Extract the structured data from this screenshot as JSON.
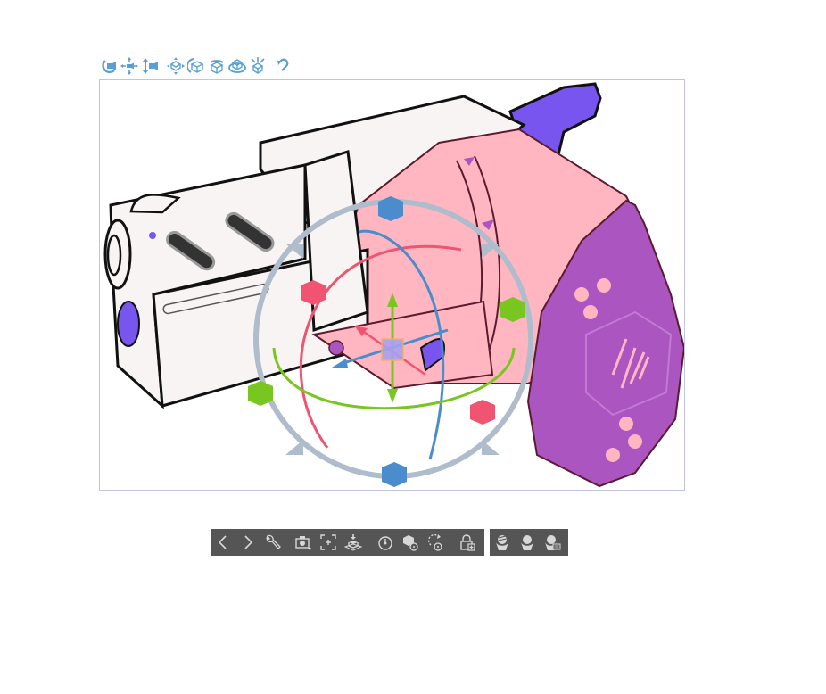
{
  "top_toolbar": {
    "items": [
      {
        "id": "rotate-camera",
        "label": "Rotate camera"
      },
      {
        "id": "pan-camera",
        "label": "Pan camera"
      },
      {
        "id": "dolly-camera",
        "label": "Move camera forward/back"
      },
      {
        "id": "move-object-plane",
        "label": "Move on plane"
      },
      {
        "id": "rotate-object",
        "label": "Rotate object"
      },
      {
        "id": "rotate-object-y",
        "label": "Rotate around axis"
      },
      {
        "id": "rotate-object-plane",
        "label": "Rotate on plane"
      },
      {
        "id": "move-object-3d",
        "label": "Move in 3D"
      },
      {
        "id": "undo-camera",
        "label": "Reset/Undo"
      }
    ],
    "icon_color": "#5a9fd4"
  },
  "canvas": {
    "border_color": "#c4c3e3",
    "model": "revolver 3D model",
    "colors": {
      "body": "#f8f4f3",
      "cylinder": "#ffb6c1",
      "grip": "#aa55c0",
      "hammer": "#7755ee",
      "outline": "#111111",
      "grip_outline": "#5c1a2e"
    },
    "gizmo": {
      "ring_color": "#aebccb",
      "x_color": "#f05470",
      "y_color": "#7ac621",
      "z_color": "#4a8ccc",
      "center_color": "#a9a0f0"
    }
  },
  "bottom_toolbar": {
    "background": "#555555",
    "main_items": [
      {
        "id": "prev",
        "label": "Previous"
      },
      {
        "id": "next",
        "label": "Next"
      },
      {
        "id": "settings",
        "label": "Object settings"
      },
      {
        "id": "camera-angle",
        "label": "Camera angle"
      },
      {
        "id": "fit-to-object",
        "label": "Focus on object"
      },
      {
        "id": "ground-object",
        "label": "Place on ground"
      },
      {
        "id": "reset-rotation",
        "label": "Reset rotation"
      },
      {
        "id": "reset-position",
        "label": "Reset object"
      },
      {
        "id": "reset-all",
        "label": "Reset all"
      },
      {
        "id": "lock-movement",
        "label": "Lock movement"
      }
    ],
    "side_items": [
      {
        "id": "pose-material",
        "label": "Material"
      },
      {
        "id": "pose-register",
        "label": "Register"
      },
      {
        "id": "pose-settings",
        "label": "Object list"
      }
    ],
    "icon_color": "#d8d8d8"
  }
}
